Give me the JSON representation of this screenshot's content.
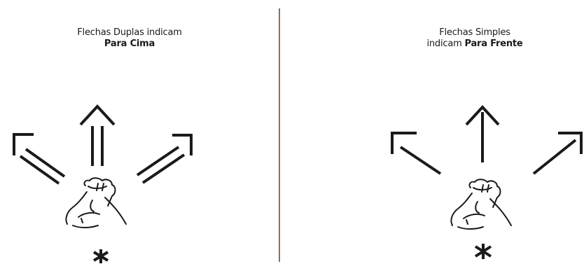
{
  "left_panel": {
    "caption_line1": "Flechas Duplas indicam",
    "caption_line2": "Para Cima",
    "symbol": "*"
  },
  "right_panel": {
    "caption_line1": "Flechas Simples",
    "caption_line2_prefix": "indicam ",
    "caption_line2_bold": "Para Frente",
    "symbol": "*"
  },
  "colors": {
    "ink": "#1a1a1a",
    "divider": "#8a6f60",
    "background": "#ffffff"
  },
  "icons": [
    "double-arrow-icon",
    "single-arrow-icon",
    "hand-fist-icon",
    "asterisk-icon"
  ]
}
